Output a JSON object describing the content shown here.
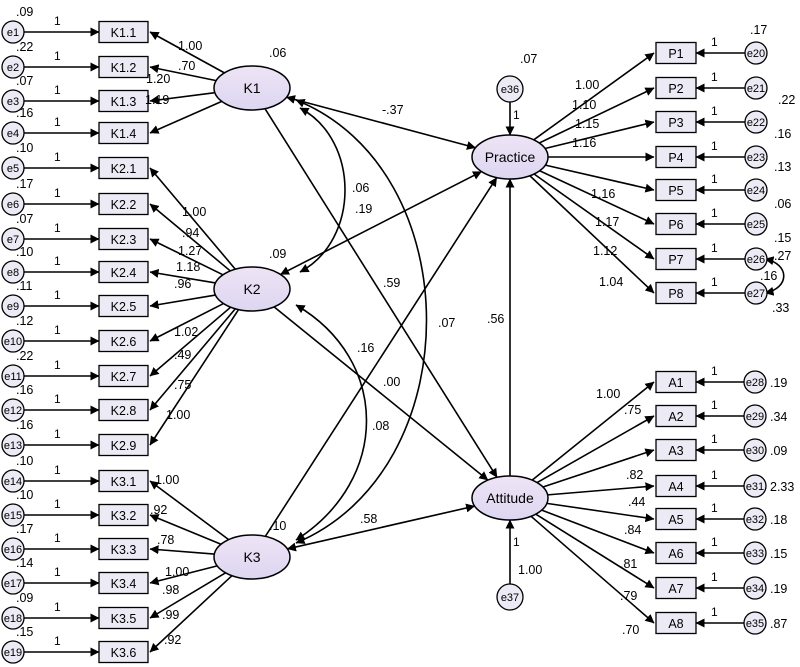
{
  "latents": [
    {
      "id": "K1",
      "label": "K1",
      "variance": ".06"
    },
    {
      "id": "K2",
      "label": "K2",
      "variance": ".09"
    },
    {
      "id": "K3",
      "label": "K3",
      "variance": ".10"
    },
    {
      "id": "Practice",
      "label": "Practice"
    },
    {
      "id": "Attitude",
      "label": "Attitude"
    }
  ],
  "k_indicators": [
    {
      "label": "K1.1",
      "err": "e1",
      "ev": ".09",
      "one": "1",
      "load": "1.00",
      "factor": "K1"
    },
    {
      "label": "K1.2",
      "err": "e2",
      "ev": ".22",
      "one": "1",
      "load": ".70",
      "factor": "K1"
    },
    {
      "label": "K1.3",
      "err": "e3",
      "ev": ".07",
      "one": "1",
      "load": "1.20",
      "factor": "K1"
    },
    {
      "label": "K1.4",
      "err": "e4",
      "ev": ".16",
      "one": "1",
      "load": "1.19",
      "factor": "K1"
    },
    {
      "label": "K2.1",
      "err": "e5",
      "ev": ".10",
      "one": "1",
      "load": "1.00",
      "factor": "K2"
    },
    {
      "label": "K2.2",
      "err": "e6",
      "ev": ".17",
      "one": "1",
      "load": ".94",
      "factor": "K2"
    },
    {
      "label": "K2.3",
      "err": "e7",
      "ev": ".07",
      "one": "1",
      "load": "1.27",
      "factor": "K2"
    },
    {
      "label": "K2.4",
      "err": "e8",
      "ev": ".10",
      "one": "1",
      "load": "1.18",
      "factor": "K2"
    },
    {
      "label": "K2.5",
      "err": "e9",
      "ev": ".11",
      "one": "1",
      "load": ".96",
      "factor": "K2"
    },
    {
      "label": "K2.6",
      "err": "e10",
      "ev": ".12",
      "one": "1",
      "load": "1.02",
      "factor": "K2"
    },
    {
      "label": "K2.7",
      "err": "e11",
      "ev": ".22",
      "one": "1",
      "load": ".49",
      "factor": "K2"
    },
    {
      "label": "K2.8",
      "err": "e12",
      "ev": ".16",
      "one": "1",
      "load": ".75",
      "factor": "K2"
    },
    {
      "label": "K2.9",
      "err": "e13",
      "ev": ".16",
      "one": "1",
      "load": "1.00",
      "factor": "K2"
    },
    {
      "label": "K3.1",
      "err": "e14",
      "ev": ".10",
      "one": "1",
      "load": "1.00",
      "factor": "K3"
    },
    {
      "label": "K3.2",
      "err": "e15",
      "ev": ".10",
      "one": "1",
      "load": ".92",
      "factor": "K3"
    },
    {
      "label": "K3.3",
      "err": "e16",
      "ev": ".17",
      "one": "1",
      "load": ".78",
      "factor": "K3"
    },
    {
      "label": "K3.4",
      "err": "e17",
      "ev": ".14",
      "one": "1",
      "load": "1.00",
      "factor": "K3"
    },
    {
      "label": "K3.5",
      "err": "e18",
      "ev": ".09",
      "one": "1",
      "load": ".98",
      "factor": "K3"
    },
    {
      "label": "K3.6",
      "err": "e19",
      "ev": ".15",
      "one": "1",
      "load": ".99",
      "factor": "K3"
    }
  ],
  "k36_tail_load": ".92",
  "p_indicators": [
    {
      "label": "P1",
      "err": "e20",
      "ev": ".17",
      "one": "1",
      "load": "1.00"
    },
    {
      "label": "P2",
      "err": "e21",
      "ev": ".22",
      "one": "1",
      "load": "1.10"
    },
    {
      "label": "P3",
      "err": "e22",
      "ev": ".16",
      "one": "1",
      "load": "1.15"
    },
    {
      "label": "P4",
      "err": "e23",
      "ev": ".13",
      "one": "1",
      "load": "1.16"
    },
    {
      "label": "P5",
      "err": "e24",
      "ev": ".06",
      "one": "1",
      "load": ""
    },
    {
      "label": "P6",
      "err": "e25",
      "ev": ".15",
      "one": "1",
      "load": "1.16"
    },
    {
      "label": "P7",
      "err": "e26",
      "ev": ".27",
      "one": "1",
      "load": "1.17"
    },
    {
      "label": "P8",
      "err": "e27",
      "ev": ".33",
      "one": "1",
      "load": "1.12"
    }
  ],
  "p8_extra_load": "1.04",
  "p_covariance": ".16",
  "a_indicators": [
    {
      "label": "A1",
      "err": "e28",
      "ev": ".19",
      "one": "1",
      "load": "1.00"
    },
    {
      "label": "A2",
      "err": "e29",
      "ev": ".34",
      "one": "1",
      "load": ".75"
    },
    {
      "label": "A3",
      "err": "e30",
      "ev": ".09",
      "one": "1",
      "load": ""
    },
    {
      "label": "A4",
      "err": "e31",
      "ev": "2.33",
      "one": "1",
      "load": ".82"
    },
    {
      "label": "A5",
      "err": "e32",
      "ev": ".18",
      "one": "1",
      "load": ".44"
    },
    {
      "label": "A6",
      "err": "e33",
      "ev": ".15",
      "one": "1",
      "load": ".84"
    },
    {
      "label": "A7",
      "err": "e34",
      "ev": ".19",
      "one": "1",
      "load": ".81"
    },
    {
      "label": "A8",
      "err": "e35",
      "ev": ".87",
      "one": "1",
      "load": ".79"
    }
  ],
  "a8_extra_load": ".70",
  "disturbances": [
    {
      "label": "e36",
      "variance": ".07",
      "one": "1",
      "target": "Practice"
    },
    {
      "label": "e37",
      "variance": "1.00",
      "one": "1",
      "target": "Attitude"
    }
  ],
  "paths": [
    {
      "from": "K1",
      "to": "Practice",
      "value": "-.37"
    },
    {
      "from": "K1",
      "to": "Attitude",
      "value": ".59"
    },
    {
      "from": "K2",
      "to": "Practice",
      "value": ".19"
    },
    {
      "from": "K2",
      "to": "Attitude",
      "value": ".00"
    },
    {
      "from": "K3",
      "to": "Practice",
      "value": ".16"
    },
    {
      "from": "K3",
      "to": "Attitude",
      "value": ".58"
    },
    {
      "from": "Attitude",
      "to": "Practice",
      "value": ".56"
    }
  ],
  "covariances": [
    {
      "a": "K1",
      "b": "K2",
      "value": ".06"
    },
    {
      "a": "K1",
      "b": "K3",
      "value": ".07"
    },
    {
      "a": "K2",
      "b": "K3",
      "value": ".08"
    }
  ]
}
